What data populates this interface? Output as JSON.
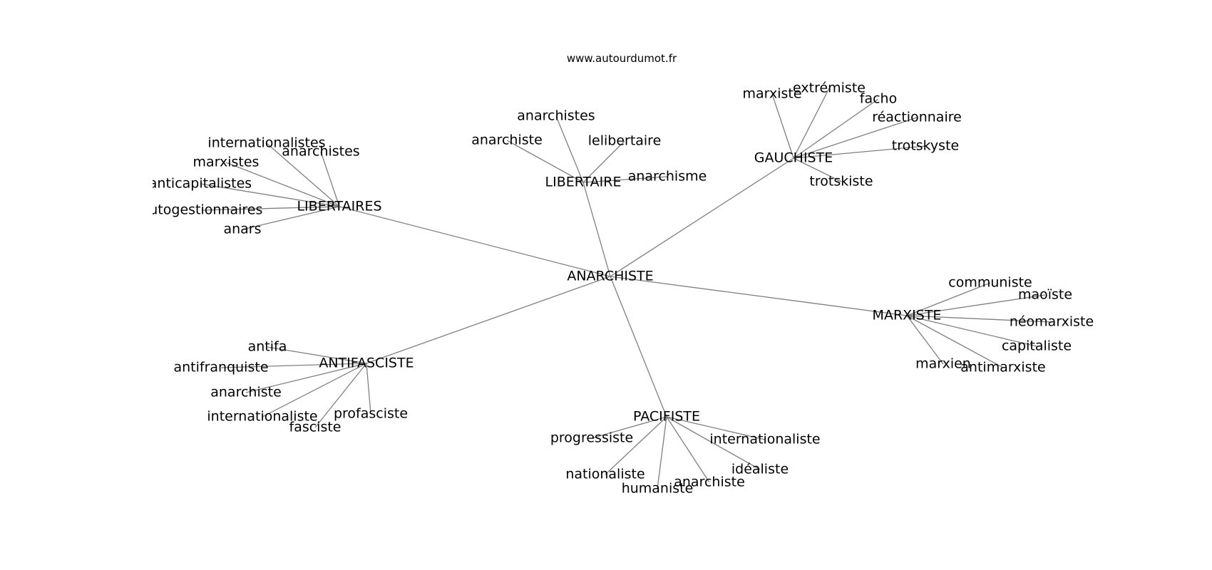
{
  "header": {
    "site": "www.autourdumot.fr"
  },
  "graph": {
    "center": "ANARCHISTE",
    "hubs": [
      {
        "label": "LIBERTAIRES",
        "leaves": [
          "internationalistes",
          "anarchistes",
          "marxistes",
          "anticapitalistes",
          "autogestionnaires",
          "anars"
        ]
      },
      {
        "label": "LIBERTAIRE",
        "leaves": [
          "anarchistes",
          "anarchiste",
          "lelibertaire",
          "anarchisme"
        ]
      },
      {
        "label": "GAUCHISTE",
        "leaves": [
          "marxiste",
          "extrémiste",
          "facho",
          "réactionnaire",
          "trotskyste",
          "trotskiste"
        ]
      },
      {
        "label": "MARXISTE",
        "leaves": [
          "communiste",
          "maoïste",
          "néomarxiste",
          "capitaliste",
          "antimarxiste",
          "marxien"
        ]
      },
      {
        "label": "PACIFISTE",
        "leaves": [
          "progressiste",
          "internationaliste",
          "idéaliste",
          "anarchiste",
          "humaniste",
          "nationaliste"
        ]
      },
      {
        "label": "ANTIFASCISTE",
        "leaves": [
          "antifa",
          "antifranquiste",
          "anarchiste",
          "internationaliste",
          "fasciste",
          "profasciste"
        ]
      }
    ]
  }
}
